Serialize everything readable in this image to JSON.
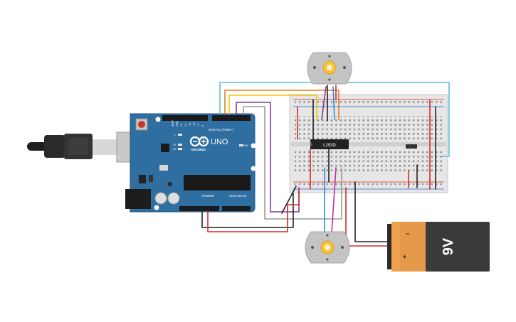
{
  "arduino": {
    "brand": "ARDUINO",
    "model": "UNO",
    "digital_header": "DIGITAL (PWM~)",
    "power_header": "POWER",
    "analog_header": "ANALOG IN",
    "led_l": "L",
    "led_tx": "TX",
    "led_rx": "RX",
    "led_on": "ON"
  },
  "chip": {
    "label": "L293D"
  },
  "battery": {
    "label": "9V",
    "minus": "−",
    "plus": "+"
  },
  "colors": {
    "board": "#2f6ea1",
    "breadboard": "#e6e6e6",
    "battery_body": "#3a3a3a",
    "battery_cap": "#e49a4a",
    "motor_body": "#c4c4c4",
    "motor_gear": "#f5c242",
    "wire_red": "#d42b2b",
    "wire_black": "#222222",
    "wire_purple": "#7e3b98",
    "wire_cyan": "#5bbfca",
    "wire_blue": "#2b8fd1",
    "wire_yellow": "#f2c60a",
    "wire_orange": "#ea7c1a",
    "wire_magenta": "#c02fa6",
    "wire_gray": "#9a9a9a"
  }
}
